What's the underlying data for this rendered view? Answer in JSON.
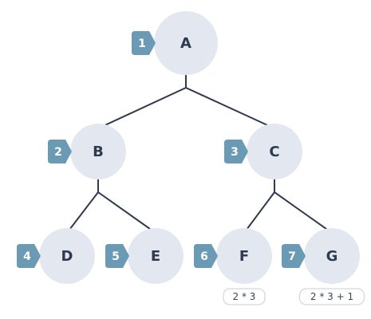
{
  "tree": {
    "nodes": [
      {
        "id": "A",
        "label": "A",
        "order": "1"
      },
      {
        "id": "B",
        "label": "B",
        "order": "2"
      },
      {
        "id": "C",
        "label": "C",
        "order": "3"
      },
      {
        "id": "D",
        "label": "D",
        "order": "4"
      },
      {
        "id": "E",
        "label": "E",
        "order": "5"
      },
      {
        "id": "F",
        "label": "F",
        "order": "6",
        "formula": "2 * 3"
      },
      {
        "id": "G",
        "label": "G",
        "order": "7",
        "formula": "2 * 3 + 1"
      }
    ],
    "edges": [
      {
        "from": "A",
        "to": "B"
      },
      {
        "from": "A",
        "to": "C"
      },
      {
        "from": "B",
        "to": "D"
      },
      {
        "from": "B",
        "to": "E"
      },
      {
        "from": "C",
        "to": "F"
      },
      {
        "from": "C",
        "to": "G"
      }
    ],
    "colors": {
      "node_fill": "#e3e8f0",
      "node_text": "#2e3a4d",
      "badge_fill": "#6a9ab4",
      "badge_text": "#ffffff",
      "edge": "#2e3a4d",
      "formula_border": "#c8ced8"
    }
  }
}
